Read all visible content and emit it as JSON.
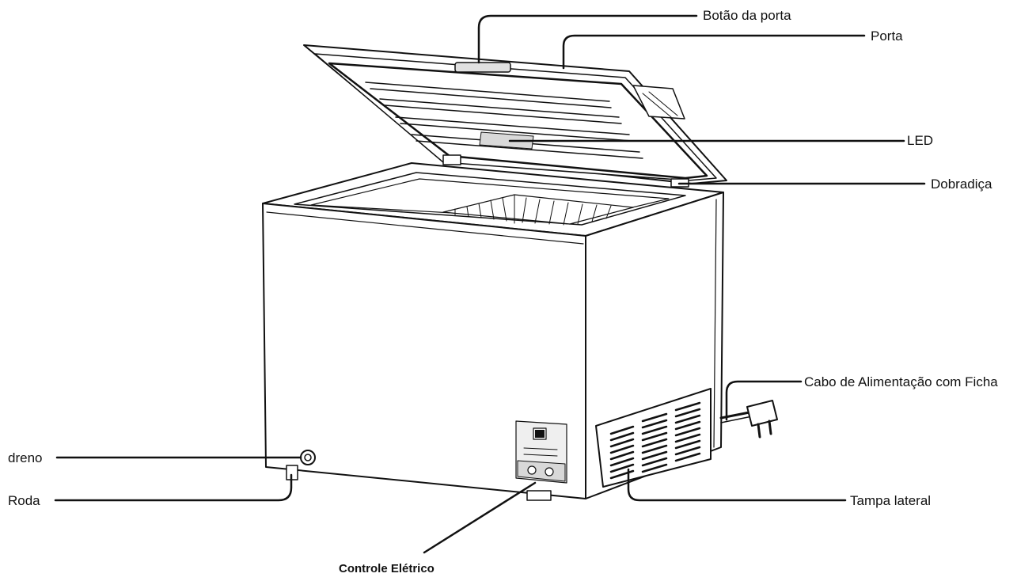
{
  "labels": {
    "botao_da_porta": "Botão da porta",
    "porta": "Porta",
    "led": "LED",
    "dobradica": "Dobradiça",
    "cabo": "Cabo de Alimentação com Ficha",
    "dreno": "dreno",
    "roda": "Roda",
    "tampa_lateral": "Tampa lateral",
    "controle_eletrico": "Controle Elétrico"
  },
  "colors": {
    "line": "#111111",
    "body": "#ffffff",
    "panel_gray": "#e6e6e6"
  }
}
